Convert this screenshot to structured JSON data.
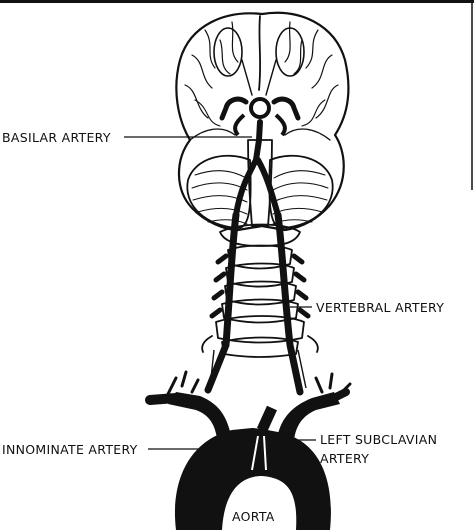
{
  "labels": {
    "basilar": "BASILAR ARTERY",
    "vertebral": "VERTEBRAL ARTERY",
    "innominate": "INNOMINATE ARTERY",
    "left_subclavian_line1": "LEFT SUBCLAVIAN",
    "left_subclavian_line2": "ARTERY",
    "aorta": "AORTA"
  }
}
